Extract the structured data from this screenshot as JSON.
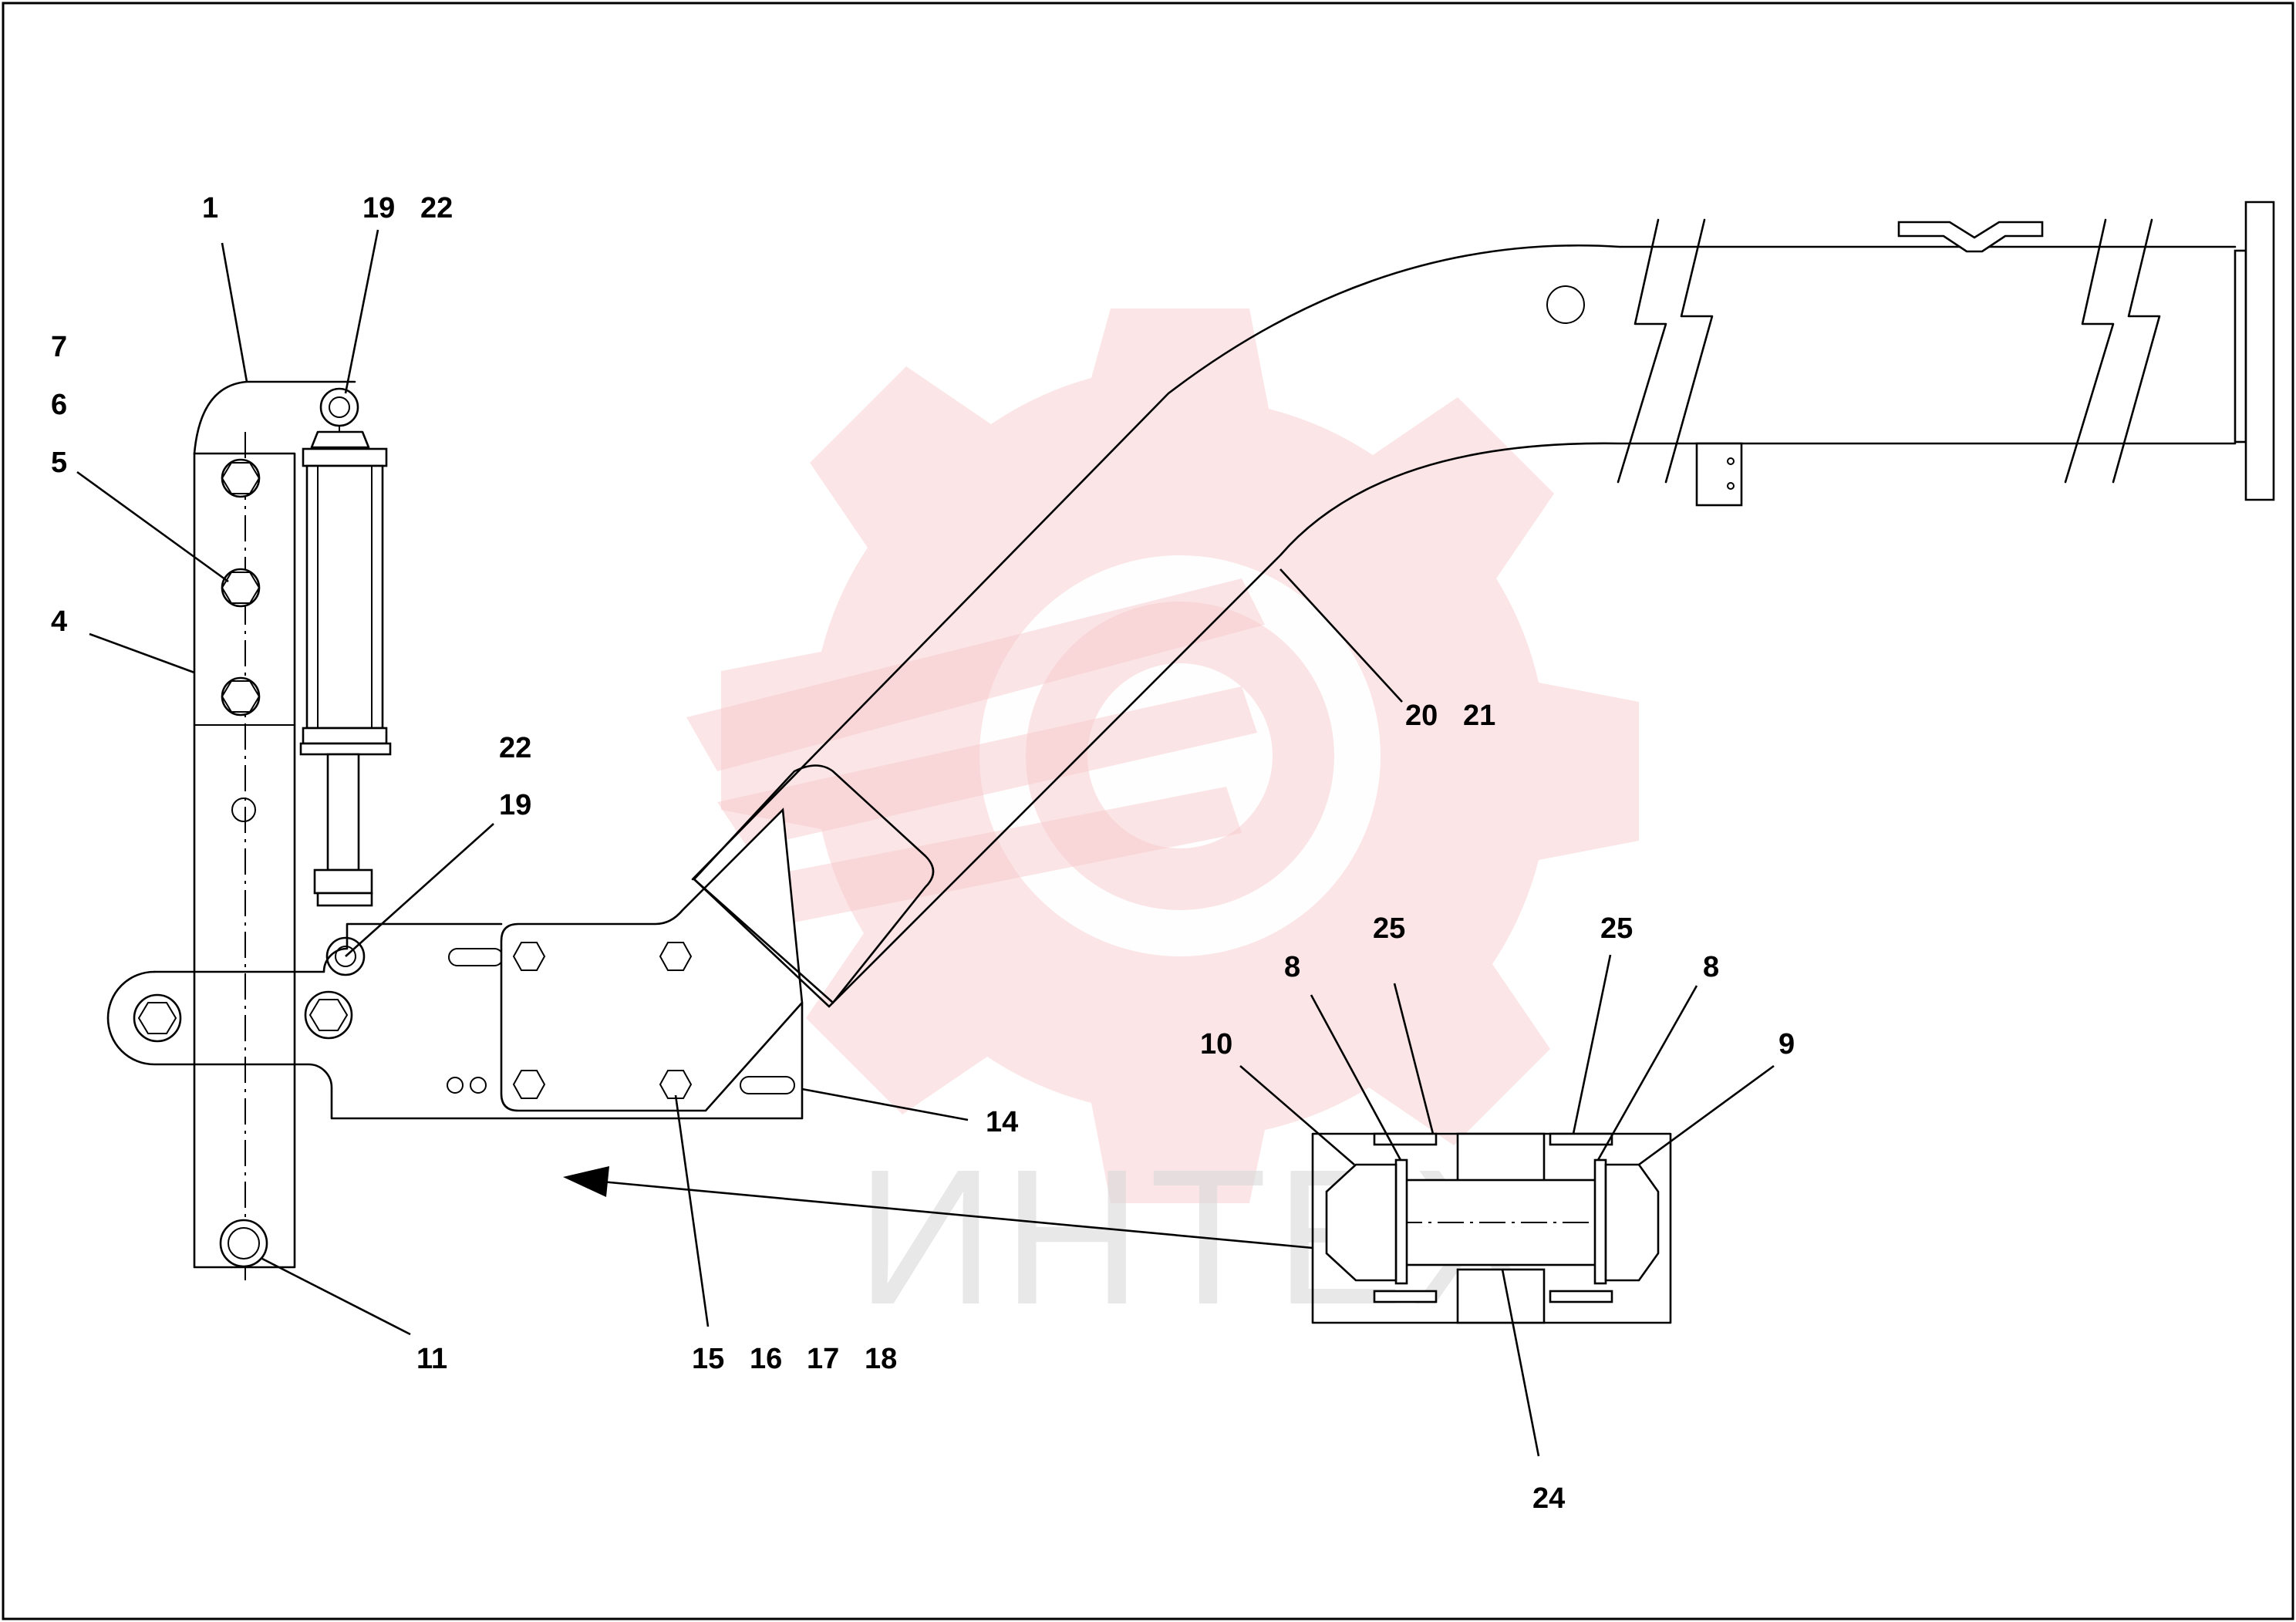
{
  "watermark": {
    "brand": "ИНТЕХ",
    "gear_color": "#f7c5c8"
  },
  "callouts": {
    "c1": "1",
    "c19_top": "19",
    "c22_top": "22",
    "c7": "7",
    "c6": "6",
    "c5": "5",
    "c4": "4",
    "c22_mid": "22",
    "c19_mid": "19",
    "c20": "20",
    "c21": "21",
    "c25_left": "25",
    "c25_right": "25",
    "c8_left": "8",
    "c8_right": "8",
    "c10": "10",
    "c9": "9",
    "c14": "14",
    "c11": "11",
    "c15": "15",
    "c16": "16",
    "c17": "17",
    "c18": "18",
    "c24": "24"
  }
}
